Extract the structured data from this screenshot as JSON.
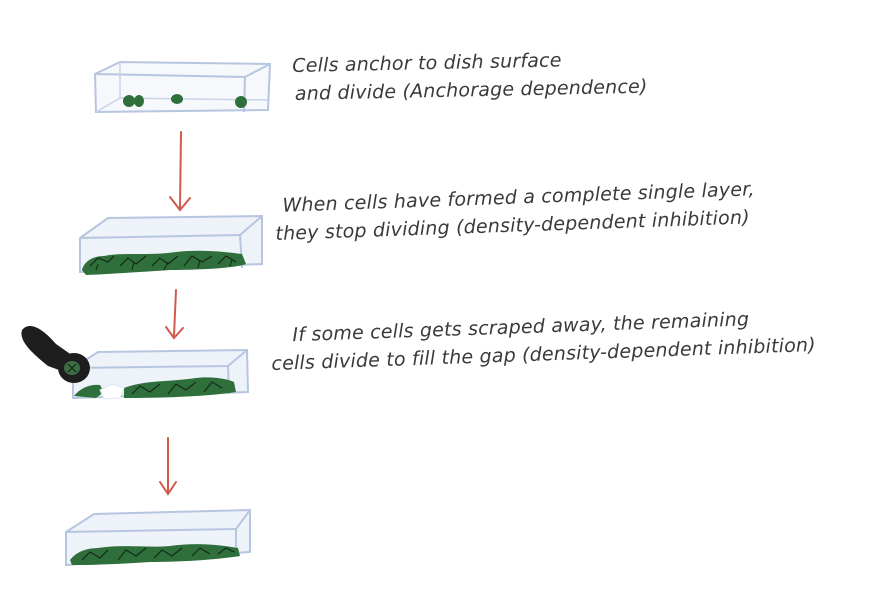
{
  "steps": [
    {
      "caption_lines": [
        "Cells anchor to dish surface",
        "and divide (Anchorage dependence)"
      ],
      "state": "few-cells"
    },
    {
      "caption_lines": [
        "When cells have formed a complete single layer,",
        "they stop dividing (density-dependent inhibition)"
      ],
      "state": "monolayer"
    },
    {
      "caption_lines": [
        "If some cells gets scraped away, the remaining",
        "cells divide to fill the gap (density-dependent inhibition)"
      ],
      "state": "scraped"
    },
    {
      "caption_lines": [],
      "state": "monolayer"
    }
  ],
  "colors": {
    "dish_outline": "#b7c6e0",
    "dish_fill": "#eef2f9",
    "cell_fill": "#2f6f3c",
    "cell_dark": "#244f2b",
    "cell_lines": "#152a18",
    "arrow": "#d15a4a",
    "scraper": "#1e1e1e",
    "text": "#3a3a3a"
  },
  "icons": [
    "petri-dish-icon",
    "down-arrow-icon",
    "cell-scraper-icon"
  ]
}
